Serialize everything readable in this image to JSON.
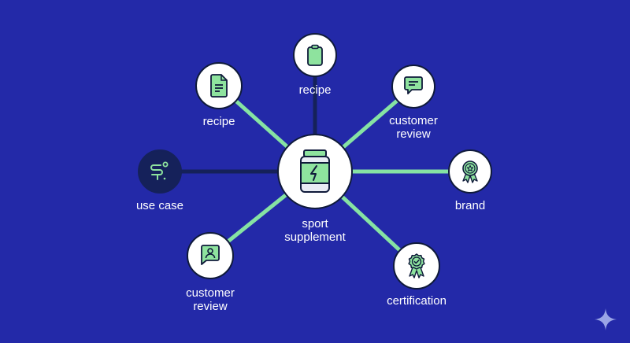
{
  "diagram": {
    "type": "hub-and-spoke",
    "colors": {
      "background": "#2329a8",
      "connector_green": "#86e3a3",
      "connector_dark": "#15215a",
      "icon_fill": "#8ee39e",
      "node_fill": "#ffffff",
      "node_dark_fill": "#15215a"
    },
    "center": {
      "label": "sport supplement",
      "label_lines": [
        "sport",
        "supplement"
      ],
      "icon": "supplement-jar-icon"
    },
    "nodes": [
      {
        "id": "recipe-left",
        "label": "recipe",
        "icon": "document-icon",
        "connector": "green"
      },
      {
        "id": "recipe-top",
        "label": "recipe",
        "icon": "clipboard-icon",
        "connector": "dark"
      },
      {
        "id": "customer-review-top",
        "label": "customer\nreview",
        "icon": "chat-bubble-icon",
        "connector": "green"
      },
      {
        "id": "use-case",
        "label": "use case",
        "icon": "running-person-icon",
        "connector": "dark"
      },
      {
        "id": "brand",
        "label": "brand",
        "icon": "award-ribbon-star-icon",
        "connector": "green"
      },
      {
        "id": "customer-review-bottom",
        "label": "customer\nreview",
        "icon": "user-chat-icon",
        "connector": "green"
      },
      {
        "id": "certification",
        "label": "certification",
        "icon": "award-ribbon-check-icon",
        "connector": "green"
      }
    ]
  },
  "watermark": {
    "icon": "sparkle-icon"
  }
}
